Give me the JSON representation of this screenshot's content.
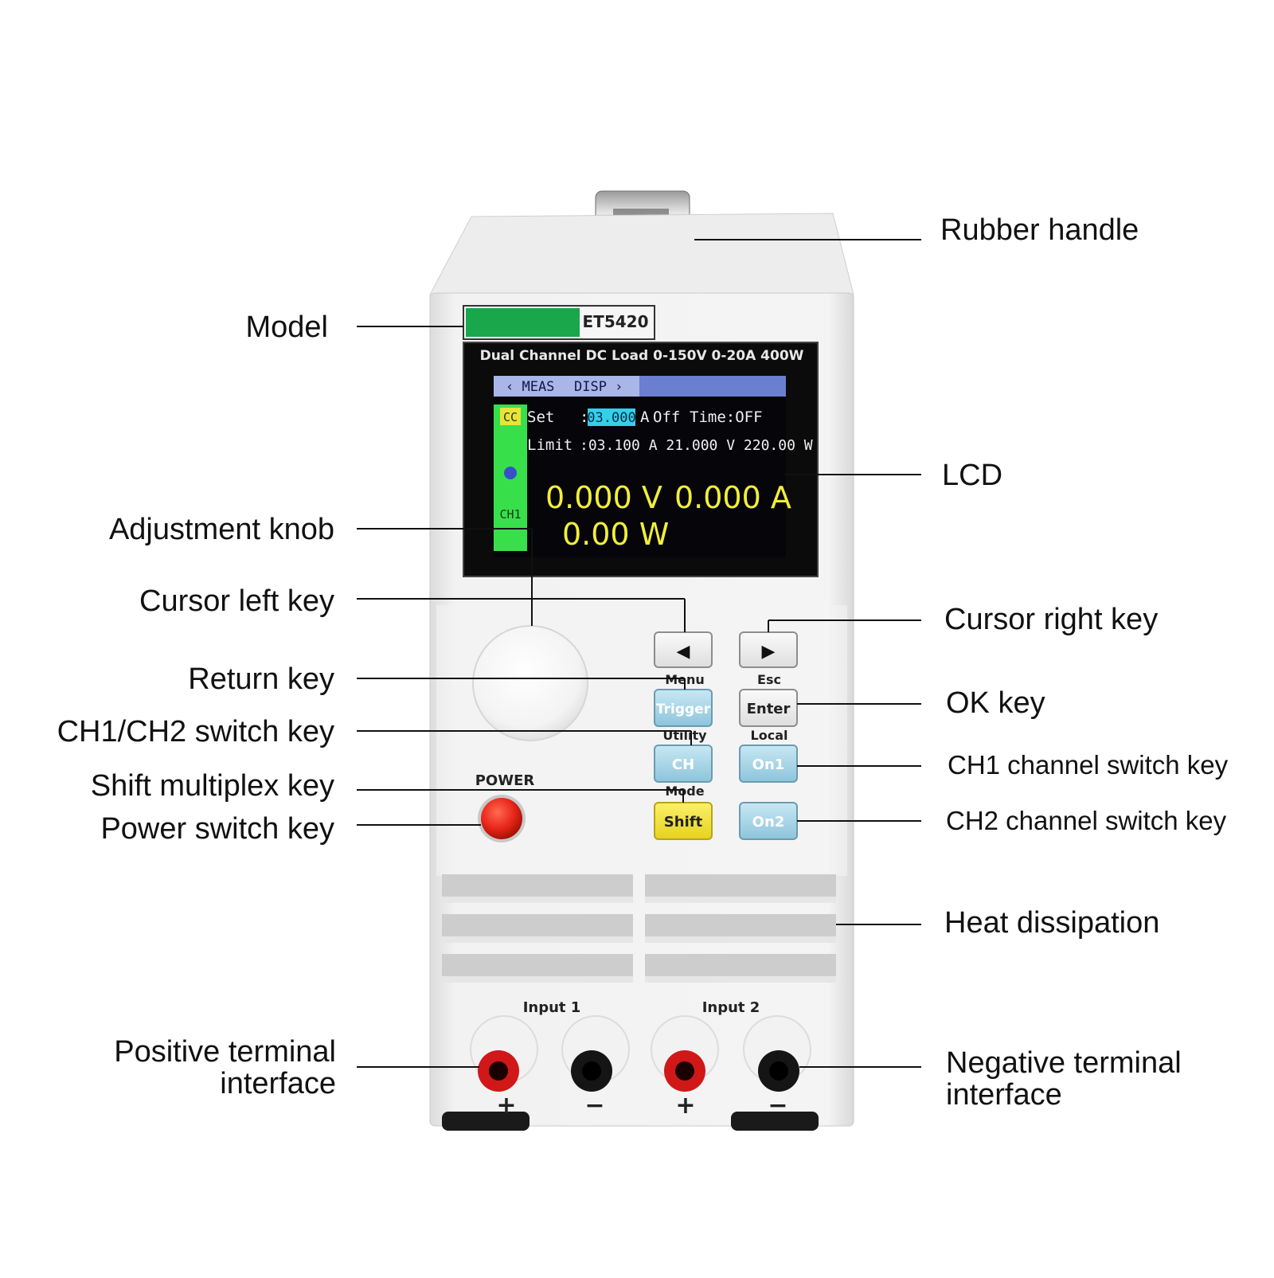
{
  "device": {
    "model": "ET5420",
    "subtitle": "Dual Channel DC Load 0-150V 0-20A 400W",
    "power_label": "POWER",
    "input1_label": "Input 1",
    "input2_label": "Input 2",
    "plus_sign": "+",
    "minus_sign": "−"
  },
  "lcd": {
    "header_left": "‹ MEAS",
    "header_right": "DISP ›",
    "mode_badge": "CC",
    "channel_label": "CH1",
    "set_label": "Set",
    "set_colon": ":",
    "set_value": "03.000",
    "set_unit": "A",
    "set_state": "Off",
    "time_label": "Time:OFF",
    "limit_label": "Limit",
    "limit_values": ":03.100 A 21.000 V 220.00 W",
    "voltage": "0.000 V",
    "current": "0.000 A",
    "power": "0.00 W"
  },
  "keys": {
    "left_arrow": "◀",
    "right_arrow": "▶",
    "menu": "Menu",
    "esc": "Esc",
    "trigger": "Trigger",
    "enter": "Enter",
    "utility": "Utility",
    "local": "Local",
    "ch": "CH",
    "on1": "On1",
    "mode": "Mode",
    "shift": "Shift",
    "on2": "On2"
  },
  "callouts": {
    "rubber_handle": "Rubber handle",
    "model": "Model",
    "lcd": "LCD",
    "adjustment_knob": "Adjustment knob",
    "cursor_left_key": "Cursor left key",
    "cursor_right_key": "Cursor right key",
    "return_key": "Return key",
    "ok_key": "OK key",
    "ch1_ch2_switch_key": "CH1/CH2 switch key",
    "ch1_channel_switch_key": "CH1 channel switch key",
    "shift_multiplex_key": "Shift multiplex key",
    "ch2_channel_switch_key": "CH2 channel switch key",
    "power_switch_key": "Power switch key",
    "heat_dissipation": "Heat dissipation",
    "positive_terminal_line1": "Positive terminal",
    "positive_terminal_line2": "interface",
    "negative_terminal_line1": "Negative terminal",
    "negative_terminal_line2": "interface"
  },
  "colors": {
    "accent_green": "#1aa64a",
    "lcd_yellow": "#f2ee3a",
    "lcd_cyan": "#33d0e8",
    "key_blue": "#a6d4e6",
    "key_yellow": "#f5e43a",
    "power_red": "#e8271a"
  }
}
